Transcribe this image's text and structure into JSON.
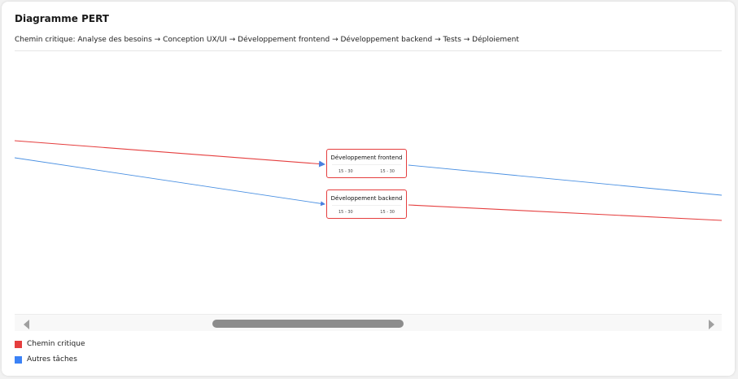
{
  "title": "Diagramme PERT",
  "critical_path_text": "Chemin critique: Analyse des besoins → Conception UX/UI → Développement frontend → Développement backend → Tests → Déploiement",
  "colors": {
    "critical": "#e53e3e",
    "other": "#4a90e2",
    "critical_legend": "#e53e3e",
    "other_legend": "#3b82f6"
  },
  "nodes": [
    {
      "name": "Développement frontend",
      "es": "15 - 30",
      "ef": "15 - 30"
    },
    {
      "name": "Développement backend",
      "es": "15 - 30",
      "ef": "15 - 30"
    }
  ],
  "legend": [
    {
      "label": "Chemin critique",
      "color": "#e53e3e"
    },
    {
      "label": "Autres tâches",
      "color": "#3b82f6"
    }
  ],
  "scrollbar": {
    "left_arrow": "scroll-left-arrow-icon",
    "right_arrow": "scroll-right-arrow-icon"
  }
}
